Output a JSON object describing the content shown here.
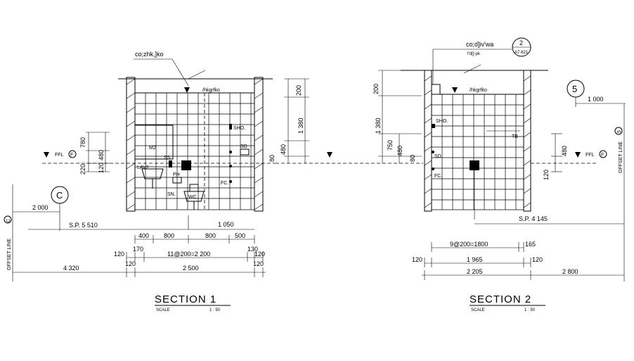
{
  "section1": {
    "title": "SECTION  1",
    "scale_label": "SCALE",
    "scale_value": "1 : 50",
    "callout_top": "co;zhk,]ko",
    "ceiling_label": "/hkgrfko",
    "fixtures": {
      "m2": "M2",
      "sho": "SHO.",
      "sd": "SD",
      "ss": "SS",
      "lav2": "LAV2",
      "ph": "PH",
      "sn": "SN.",
      "wc": "WC",
      "fc": "FC."
    },
    "ffl": "FFL",
    "ffl_tag": "F",
    "grid_tag": "C",
    "offset_line": "OFFSET LINE",
    "offset_tag": "C",
    "left_vertical_dims": [
      "780",
      "480",
      "220",
      "120"
    ],
    "mid_vertical_dims": [
      "200",
      "1 380",
      "480",
      "80"
    ],
    "horizontal_dims": {
      "grid_offset": "2 000",
      "sp": "S.P. 5 510",
      "d1050": "1 050",
      "row1": [
        "400",
        "800",
        "800",
        "500"
      ],
      "row2": [
        "120",
        "170",
        "11@200=2 200",
        "130",
        "120"
      ],
      "row3": [
        "4 320",
        "120",
        "2 500",
        "120"
      ]
    }
  },
  "section2": {
    "title": "SECTION  2",
    "scale_label": "SCALE",
    "scale_value": "1 : 50",
    "callout_top": "co;d]iv'wa",
    "callout_sub": "f'd[[-pk",
    "callout_num": "2",
    "callout_ref": "A7-621",
    "ceiling_label": "/hkgrfko",
    "fixtures": {
      "sho": "SHO.",
      "tb": "TB",
      "sd": "SD.",
      "fc": "FC."
    },
    "ffl": "FFL",
    "ffl_tag": "F",
    "grid_tag": "5",
    "grid_offset": "1 000",
    "offset_line": "OFFSET LINE",
    "offset_tag": "5",
    "left_vertical_dims": [
      "200",
      "1 380",
      "750",
      "480",
      "80"
    ],
    "right_vertical_dims": [
      "480",
      "120"
    ],
    "horizontal_dims": {
      "sp": "S.P. 4 145",
      "row1": [
        "9@200=1800",
        "165"
      ],
      "row2": [
        "120",
        "1 965",
        "120"
      ],
      "row3": [
        "2 205",
        "2 800"
      ]
    }
  }
}
